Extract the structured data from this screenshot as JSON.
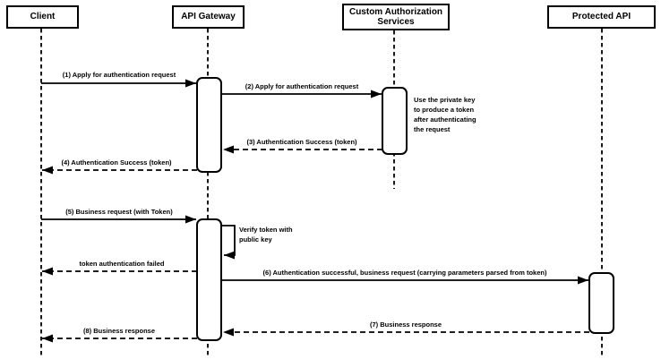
{
  "diagram": {
    "kind": "uml-sequence-diagram",
    "background_color": "#ffffff",
    "line_color": "#000000",
    "text_color": "#000000",
    "shape_fill": "#ffffff"
  },
  "actors": [
    {
      "label": "Client"
    },
    {
      "label": "API Gateway"
    },
    {
      "label": "Custom Authorization Services"
    },
    {
      "label": "Protected API"
    }
  ],
  "messages": [
    {
      "label": "(1) Apply for authentication request",
      "from": "Client",
      "to": "API Gateway",
      "style": "solid"
    },
    {
      "label": "(2) Apply for authentication request",
      "from": "API Gateway",
      "to": "Custom Authorization Services",
      "style": "solid"
    },
    {
      "label": "(3) Authentication Success (token)",
      "from": "Custom Authorization Services",
      "to": "API Gateway",
      "style": "dashed"
    },
    {
      "label": "(4) Authentication Success (token)",
      "from": "API Gateway",
      "to": "Client",
      "style": "dashed"
    },
    {
      "label": "(5) Business request (with Token)",
      "from": "Client",
      "to": "API Gateway",
      "style": "solid"
    },
    {
      "label": "Verify token with public key",
      "from": "API Gateway",
      "to": "API Gateway",
      "style": "self"
    },
    {
      "label": "token authentication failed",
      "from": "API Gateway",
      "to": "Client",
      "style": "dashed"
    },
    {
      "label": "(6) Authentication successful, business request (carrying parameters parsed from token)",
      "from": "API Gateway",
      "to": "Protected API",
      "style": "solid"
    },
    {
      "label": "(7) Business response",
      "from": "Protected API",
      "to": "API Gateway",
      "style": "dashed"
    },
    {
      "label": "(8) Business response",
      "from": "API Gateway",
      "to": "Client",
      "style": "dashed"
    }
  ],
  "notes": [
    {
      "label": "Use the private key to produce a token after authenticating the request"
    }
  ]
}
